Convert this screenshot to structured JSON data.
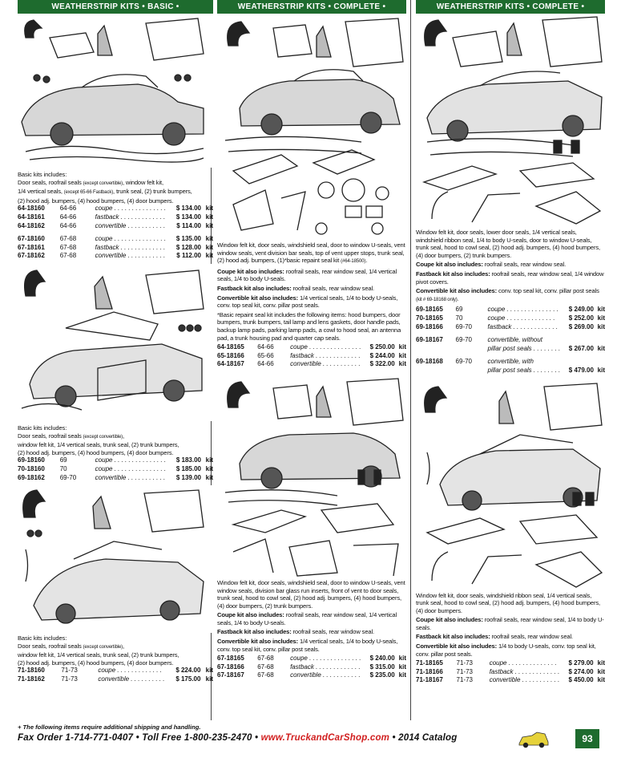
{
  "col1": {
    "header": "WEATHERSTRIP KITS • BASIC •",
    "kitA": {
      "title": "Basic kits includes:",
      "desc_a": "Door seals, roofrail seals",
      "desc_a_small": "(except convertible)",
      "desc_b": ", window felt kit,",
      "desc_c": "1/4 vertical seals,",
      "desc_c_small": "(except 65-66 Fastback)",
      "desc_d": ", trunk seal, (2) trunk bumpers,",
      "desc_e": "(2) hood adj. bumpers, (4) hood bumpers, (4) door bumpers.",
      "rows": [
        {
          "pn": "64-18160",
          "yr": "64-66",
          "ds": "coupe . . . . . . . . . . . . . . .",
          "pr": "$ 134.00",
          "un": "kit"
        },
        {
          "pn": "64-18161",
          "yr": "64-66",
          "ds": "fastback . . . . . . . . . . . . .",
          "pr": "$ 134.00",
          "un": "kit"
        },
        {
          "pn": "64-18162",
          "yr": "64-66",
          "ds": "convertible . . . . . . . . . . .",
          "pr": "$ 114.00",
          "un": "kit"
        }
      ],
      "rows2": [
        {
          "pn": "67-18160",
          "yr": "67-68",
          "ds": "coupe . . . . . . . . . . . . . . .",
          "pr": "$ 135.00",
          "un": "kit"
        },
        {
          "pn": "67-18161",
          "yr": "67-68",
          "ds": "fastback . . . . . . . . . . . . .",
          "pr": "$ 128.00",
          "un": "kit"
        },
        {
          "pn": "67-18162",
          "yr": "67-68",
          "ds": "convertible . . . . . . . . . . .",
          "pr": "$ 112.00",
          "un": "kit"
        }
      ]
    },
    "kitB": {
      "title": "Basic kits includes:",
      "desc_a": "Door seals, roofrail seals",
      "desc_a_small": "(except convertible)",
      "desc_b": ",",
      "desc_c": "window felt kit, 1/4 vertical seals, trunk seal, (2) trunk bumpers,",
      "desc_d": "(2) hood adj. bumpers, (4) hood bumpers, (4) door bumpers.",
      "rows": [
        {
          "pn": "69-18160",
          "yr": "69",
          "ds": "coupe . . . . . . . . . . . . . . .",
          "pr": "$ 183.00",
          "un": "kit"
        },
        {
          "pn": "70-18160",
          "yr": "70",
          "ds": "coupe . . . . . . . . . . . . . . .",
          "pr": "$ 185.00",
          "un": "kit"
        },
        {
          "pn": "69-18162",
          "yr": "69-70",
          "ds": "convertible . . . . . . . . . . .",
          "pr": "$ 139.00",
          "un": "kit"
        }
      ]
    },
    "kitC": {
      "title": "Basic kits includes:",
      "desc_a": "Door seals, roofrail seals",
      "desc_a_small": "(except convertible)",
      "desc_b": ",",
      "desc_c": "window felt kit, 1/4 vertical seals, trunk seal, (2) trunk bumpers,",
      "desc_d": "(2) hood adj. bumpers, (4) hood bumpers, (4) door bumpers.",
      "rows": [
        {
          "pn": "71-18160",
          "yr": "71-73",
          "ds": "coupe . . . . . . . . . . . . .",
          "pr": "$ 224.00",
          "un": "kit"
        },
        {
          "pn": "71-18162",
          "yr": "71-73",
          "ds": "convertible . . . . . . . . . .",
          "pr": "$ 175.00",
          "un": "kit"
        }
      ]
    }
  },
  "col2": {
    "header": "WEATHERSTRIP KITS • COMPLETE •",
    "kitA": {
      "desc": "Window felt kit, door seals, windshield seal, door to window U-seals, vent window seals, vent division bar seals, top of vent upper stops, trunk seal, (2) hood adj. bumpers, (1)*basic repaint seal kit",
      "desc_small": "(#64-18500)",
      "coupe_label": "Coupe kit also includes:",
      "coupe_text": " roofrail seals, rear window seal, 1/4 vertical seals, 1/4 to body U-seals.",
      "fast_label": "Fastback kit also includes:",
      "fast_text": " roofrail seals, rear window seal.",
      "conv_label": "Convertible kit also includes:",
      "conv_text": " 1/4 vertical seals, 1/4 to body U-seals, conv. top seal kit, conv. pillar post seals.",
      "repaint": "*Basic repaint seal kit includes the following items: hood bumpers, door bumpers, trunk bumpers, tail lamp and lens gaskets, door handle pads, backup lamp pads, parking lamp pads, a cowl to hood seal, an antenna pad, a trunk housing pad and quarter cap seals.",
      "rows": [
        {
          "pn": "64-18165",
          "yr": "64-66",
          "ds": "coupe . . . . . . . . . . . . . . .",
          "pr": "$ 250.00",
          "un": "kit"
        },
        {
          "pn": "65-18166",
          "yr": "65-66",
          "ds": "fastback . . . . . . . . . . . . .",
          "pr": "$ 244.00",
          "un": "kit"
        },
        {
          "pn": "64-18167",
          "yr": "64-66",
          "ds": "convertible . . . . . . . . . . .",
          "pr": "$ 322.00",
          "un": "kit"
        }
      ]
    },
    "kitB": {
      "desc": "Window felt kit, door seals, windshield seal, door to window U-seals, vent window seals, division bar glass run inserts, front of vent to door seals, trunk seal, hood to cowl seal, (2) hood adj. bumpers, (4) hood bumpers, (4) door bumpers, (2) trunk bumpers.",
      "coupe_label": "Coupe kit also includes:",
      "coupe_text": " roofrail seals, rear window seal, 1/4 vertical seals, 1/4 to body U-seals.",
      "fast_label": "Fastback kit also includes:",
      "fast_text": " roofrail seals, rear window seal.",
      "conv_label": "Convertible kit also includes:",
      "conv_text": " 1/4 vertical seals, 1/4 to body U-seals, conv. top seal kit, conv. pillar post seals.",
      "rows": [
        {
          "pn": "67-18165",
          "yr": "67-68",
          "ds": "coupe . . . . . . . . . . . . . . .",
          "pr": "$ 240.00",
          "un": "kit"
        },
        {
          "pn": "67-18166",
          "yr": "67-68",
          "ds": "fastback . . . . . . . . . . . . .",
          "pr": "$ 315.00",
          "un": "kit"
        },
        {
          "pn": "67-18167",
          "yr": "67-68",
          "ds": "convertible . . . . . . . . . . .",
          "pr": "$ 235.00",
          "un": "kit"
        }
      ]
    }
  },
  "col3": {
    "header": "WEATHERSTRIP KITS • COMPLETE •",
    "kitA": {
      "desc": "Window felt kit, door seals, lower door seals, 1/4 vertical seals, windshield ribbon seal, 1/4 to body U-seals, door to window U-seals, trunk seal, hood to cowl seal, (2) hood adj. bumpers, (4) hood bumpers, (4) door bumpers, (2) trunk bumpers.",
      "coupe_label": "Coupe kit also includes:",
      "coupe_text": " roofrail seals, rear window seal.",
      "fast_label": "Fastback kit also includes:",
      "fast_text": " roofrail seals, rear window seal, 1/4 window pivot covers.",
      "conv_label": "Convertible kit also includes:",
      "conv_text": " conv. top seal kit, conv. pillar post seals",
      "conv_small": "(kit # 69-18168 only).",
      "rows": [
        {
          "pn": "69-18165",
          "yr": "69",
          "ds": "coupe . . . . . . . . . . . . . . .",
          "pr": "$ 249.00",
          "un": "kit"
        },
        {
          "pn": "70-18165",
          "yr": "70",
          "ds": "coupe . . . . . . . . . . . . . .",
          "pr": "$ 252.00",
          "un": "kit"
        },
        {
          "pn": "69-18166",
          "yr": "69-70",
          "ds": "fastback . . . . . . . . . . . . .",
          "pr": "$ 269.00",
          "un": "kit"
        }
      ],
      "row4": {
        "pn": "69-18167",
        "yr": "69-70",
        "ds1": "convertible, without",
        "ds2": "pillar post seals . . . . . . . .",
        "pr": "$ 267.00",
        "un": "kit"
      },
      "row5": {
        "pn": "69-18168",
        "yr": "69-70",
        "ds1": "convertible, with",
        "ds2": "pillar post seals . . . . . . . .",
        "pr": "$ 479.00",
        "un": "kit"
      }
    },
    "kitB": {
      "desc": "Window felt kit, door seals, windshield ribbon seal, 1/4 vertical seals, trunk seal, hood to cowl seal, (2) hood adj. bumpers, (4) hood bumpers, (4) door bumpers.",
      "coupe_label": "Coupe kit also includes:",
      "coupe_text": " roofrail seals, rear window seal, 1/4 to body U-seals.",
      "fast_label": "Fastback kit also includes:",
      "fast_text": " roofrail seals, rear window seal.",
      "conv_label": "Convertible kit also includes:",
      "conv_text": " 1/4 to body U-seals, conv. top seal kit, conv. pillar post seals.",
      "rows": [
        {
          "pn": "71-18165",
          "yr": "71-73",
          "ds": "coupe . . . . . . . . . . . . . .",
          "pr": "$ 279.00",
          "un": "kit"
        },
        {
          "pn": "71-18166",
          "yr": "71-73",
          "ds": "fastback . . . . . . . . . . . . .",
          "pr": "$ 274.00",
          "un": "kit"
        },
        {
          "pn": "71-18167",
          "yr": "71-73",
          "ds": "convertible . . . . . . . . . . .",
          "pr": "$ 450.00",
          "un": "kit"
        }
      ]
    }
  },
  "footer": {
    "note": "+ The following items require additional shipping and handling.",
    "fax": "Fax Order  1-714-771-0407",
    "sep": "  •  ",
    "toll": "Toll Free  1-800-235-2470",
    "web": "www.TruckandCarShop.com",
    "catalog": "2014 Catalog",
    "page": "93"
  },
  "colors": {
    "header_green": "#1e6b2e",
    "web_red": "#d11f1f"
  }
}
